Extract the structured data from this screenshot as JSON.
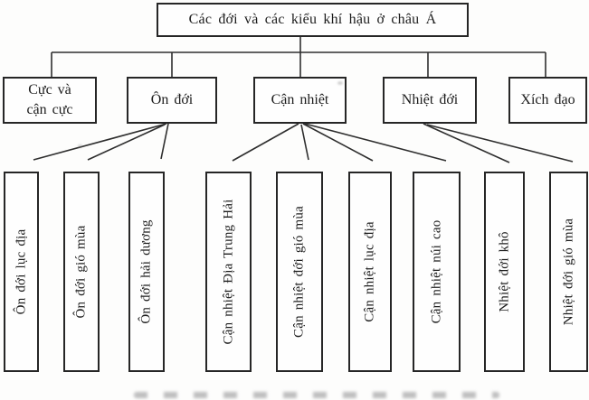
{
  "title": {
    "label": "Các đới và các kiểu khí hậu ở châu Á"
  },
  "zones": [
    {
      "label": "Cực và cận cực",
      "children": []
    },
    {
      "label": "Ôn đới",
      "children": [
        "Ôn đới lục địa",
        "Ôn đới gió mùa",
        "Ôn đới hải dương"
      ]
    },
    {
      "label": "Cận nhiệt",
      "children": [
        "Cận nhiệt Địa Trung Hải",
        "Cận nhiệt đới gió mùa",
        "Cận nhiệt lục địa",
        "Cận nhiệt núi cao"
      ]
    },
    {
      "label": "Nhiệt đới",
      "children": [
        "Nhiệt đới khô",
        "Nhiệt đới gió mùa"
      ]
    },
    {
      "label": "Xích đạo",
      "children": []
    }
  ],
  "types": [
    {
      "label": "Ôn đới lục địa",
      "parent": "Ôn đới"
    },
    {
      "label": "Ôn đới gió mùa",
      "parent": "Ôn đới"
    },
    {
      "label": "Ôn đới hải dương",
      "parent": "Ôn đới"
    },
    {
      "label": "Cận nhiệt Địa Trung Hải",
      "parent": "Cận nhiệt"
    },
    {
      "label": "Cận nhiệt đới gió mùa",
      "parent": "Cận nhiệt"
    },
    {
      "label": "Cận nhiệt lục địa",
      "parent": "Cận nhiệt"
    },
    {
      "label": "Cận nhiệt núi cao",
      "parent": "Cận nhiệt"
    },
    {
      "label": "Nhiệt đới khô",
      "parent": "Nhiệt đới"
    },
    {
      "label": "Nhiệt đới gió mùa",
      "parent": "Nhiệt đới"
    }
  ],
  "colors": {
    "ink": "#262626",
    "line": "#2e2e2e",
    "paper": "#fdfdfc"
  }
}
